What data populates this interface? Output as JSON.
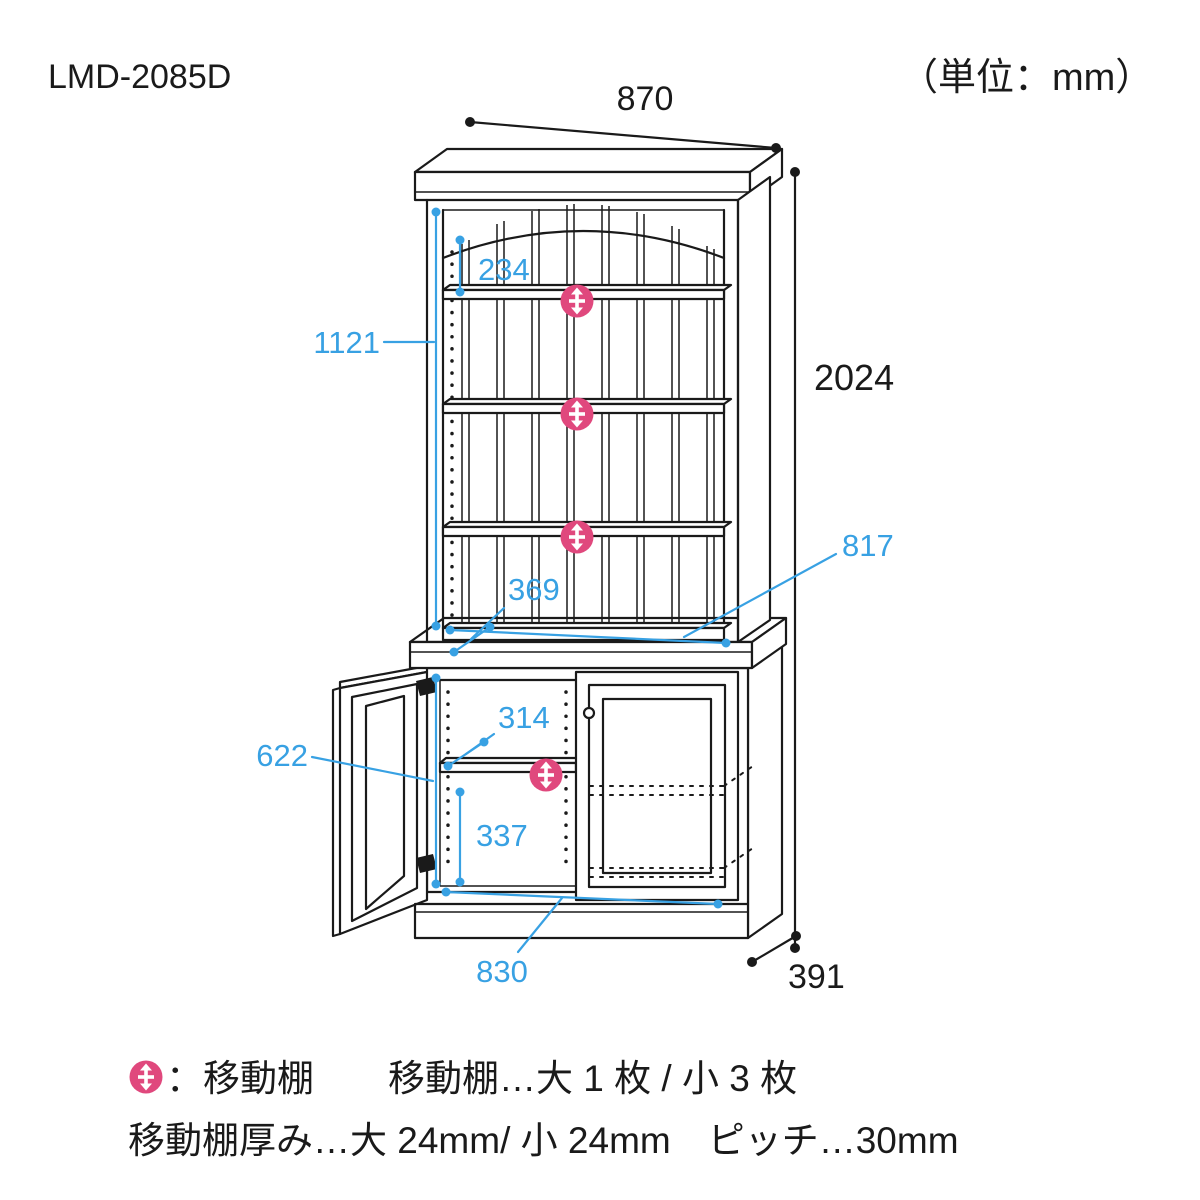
{
  "header": {
    "model": "LMD-2085D",
    "unit_note": "（単位：mm）"
  },
  "colors": {
    "dimension_blue": "#38A1E3",
    "shelf_pink": "#E0487D",
    "line_black": "#1A1A1A"
  },
  "dimensions": {
    "overall_width_mm": "870",
    "overall_height_mm": "2024",
    "overall_depth_mm": "391",
    "top_shelf_space_mm": "234",
    "upper_inner_height_mm": "1121",
    "upper_inner_width_mm": "817",
    "counter_depth_mm": "369",
    "cabinet_shelf_depth_mm": "314",
    "cabinet_inner_height_mm": "622",
    "cabinet_bottom_space_mm": "337",
    "cabinet_inner_width_mm": "830"
  },
  "legend": {
    "line1": "：移動棚　　移動棚…大 1 枚 / 小 3 枚",
    "line2": "移動棚厚み…大 24mm/ 小 24mm　ピッチ…30mm"
  }
}
